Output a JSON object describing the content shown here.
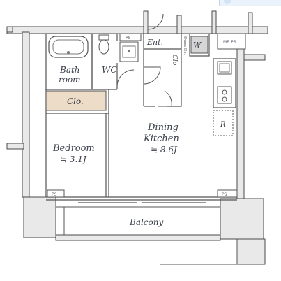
{
  "title": "",
  "rooms": {
    "bathroom": {
      "line1": "Bath",
      "line2": "room"
    },
    "wc": "WC",
    "entrance": "Ent.",
    "shoes_closet": "Shoes Clo.",
    "washer": "W",
    "closet_entrance": "Clo.",
    "closet_bedroom": "Clo.",
    "bedroom": {
      "line1": "Bedroom",
      "line2": "≒ 3.1J"
    },
    "dining_kitchen": {
      "line1": "Dining",
      "line2": "Kitchen",
      "line3": "≒ 8.6J"
    },
    "refrigerator": "R",
    "balcony": "Balcony"
  },
  "markers": {
    "ps_top_wc": "PS",
    "ps_top_right": "MB PS",
    "ps_bottom_left": "PS",
    "ps_bottom_right": "PS"
  },
  "colors": {
    "wall_fill": "#e9e9e9",
    "wall_stroke": "#4a4a4a",
    "line": "#555555",
    "closet_fill": "#ecdcc8",
    "washer_fill": "#d6d6d6",
    "text": "#3a3f4a"
  }
}
